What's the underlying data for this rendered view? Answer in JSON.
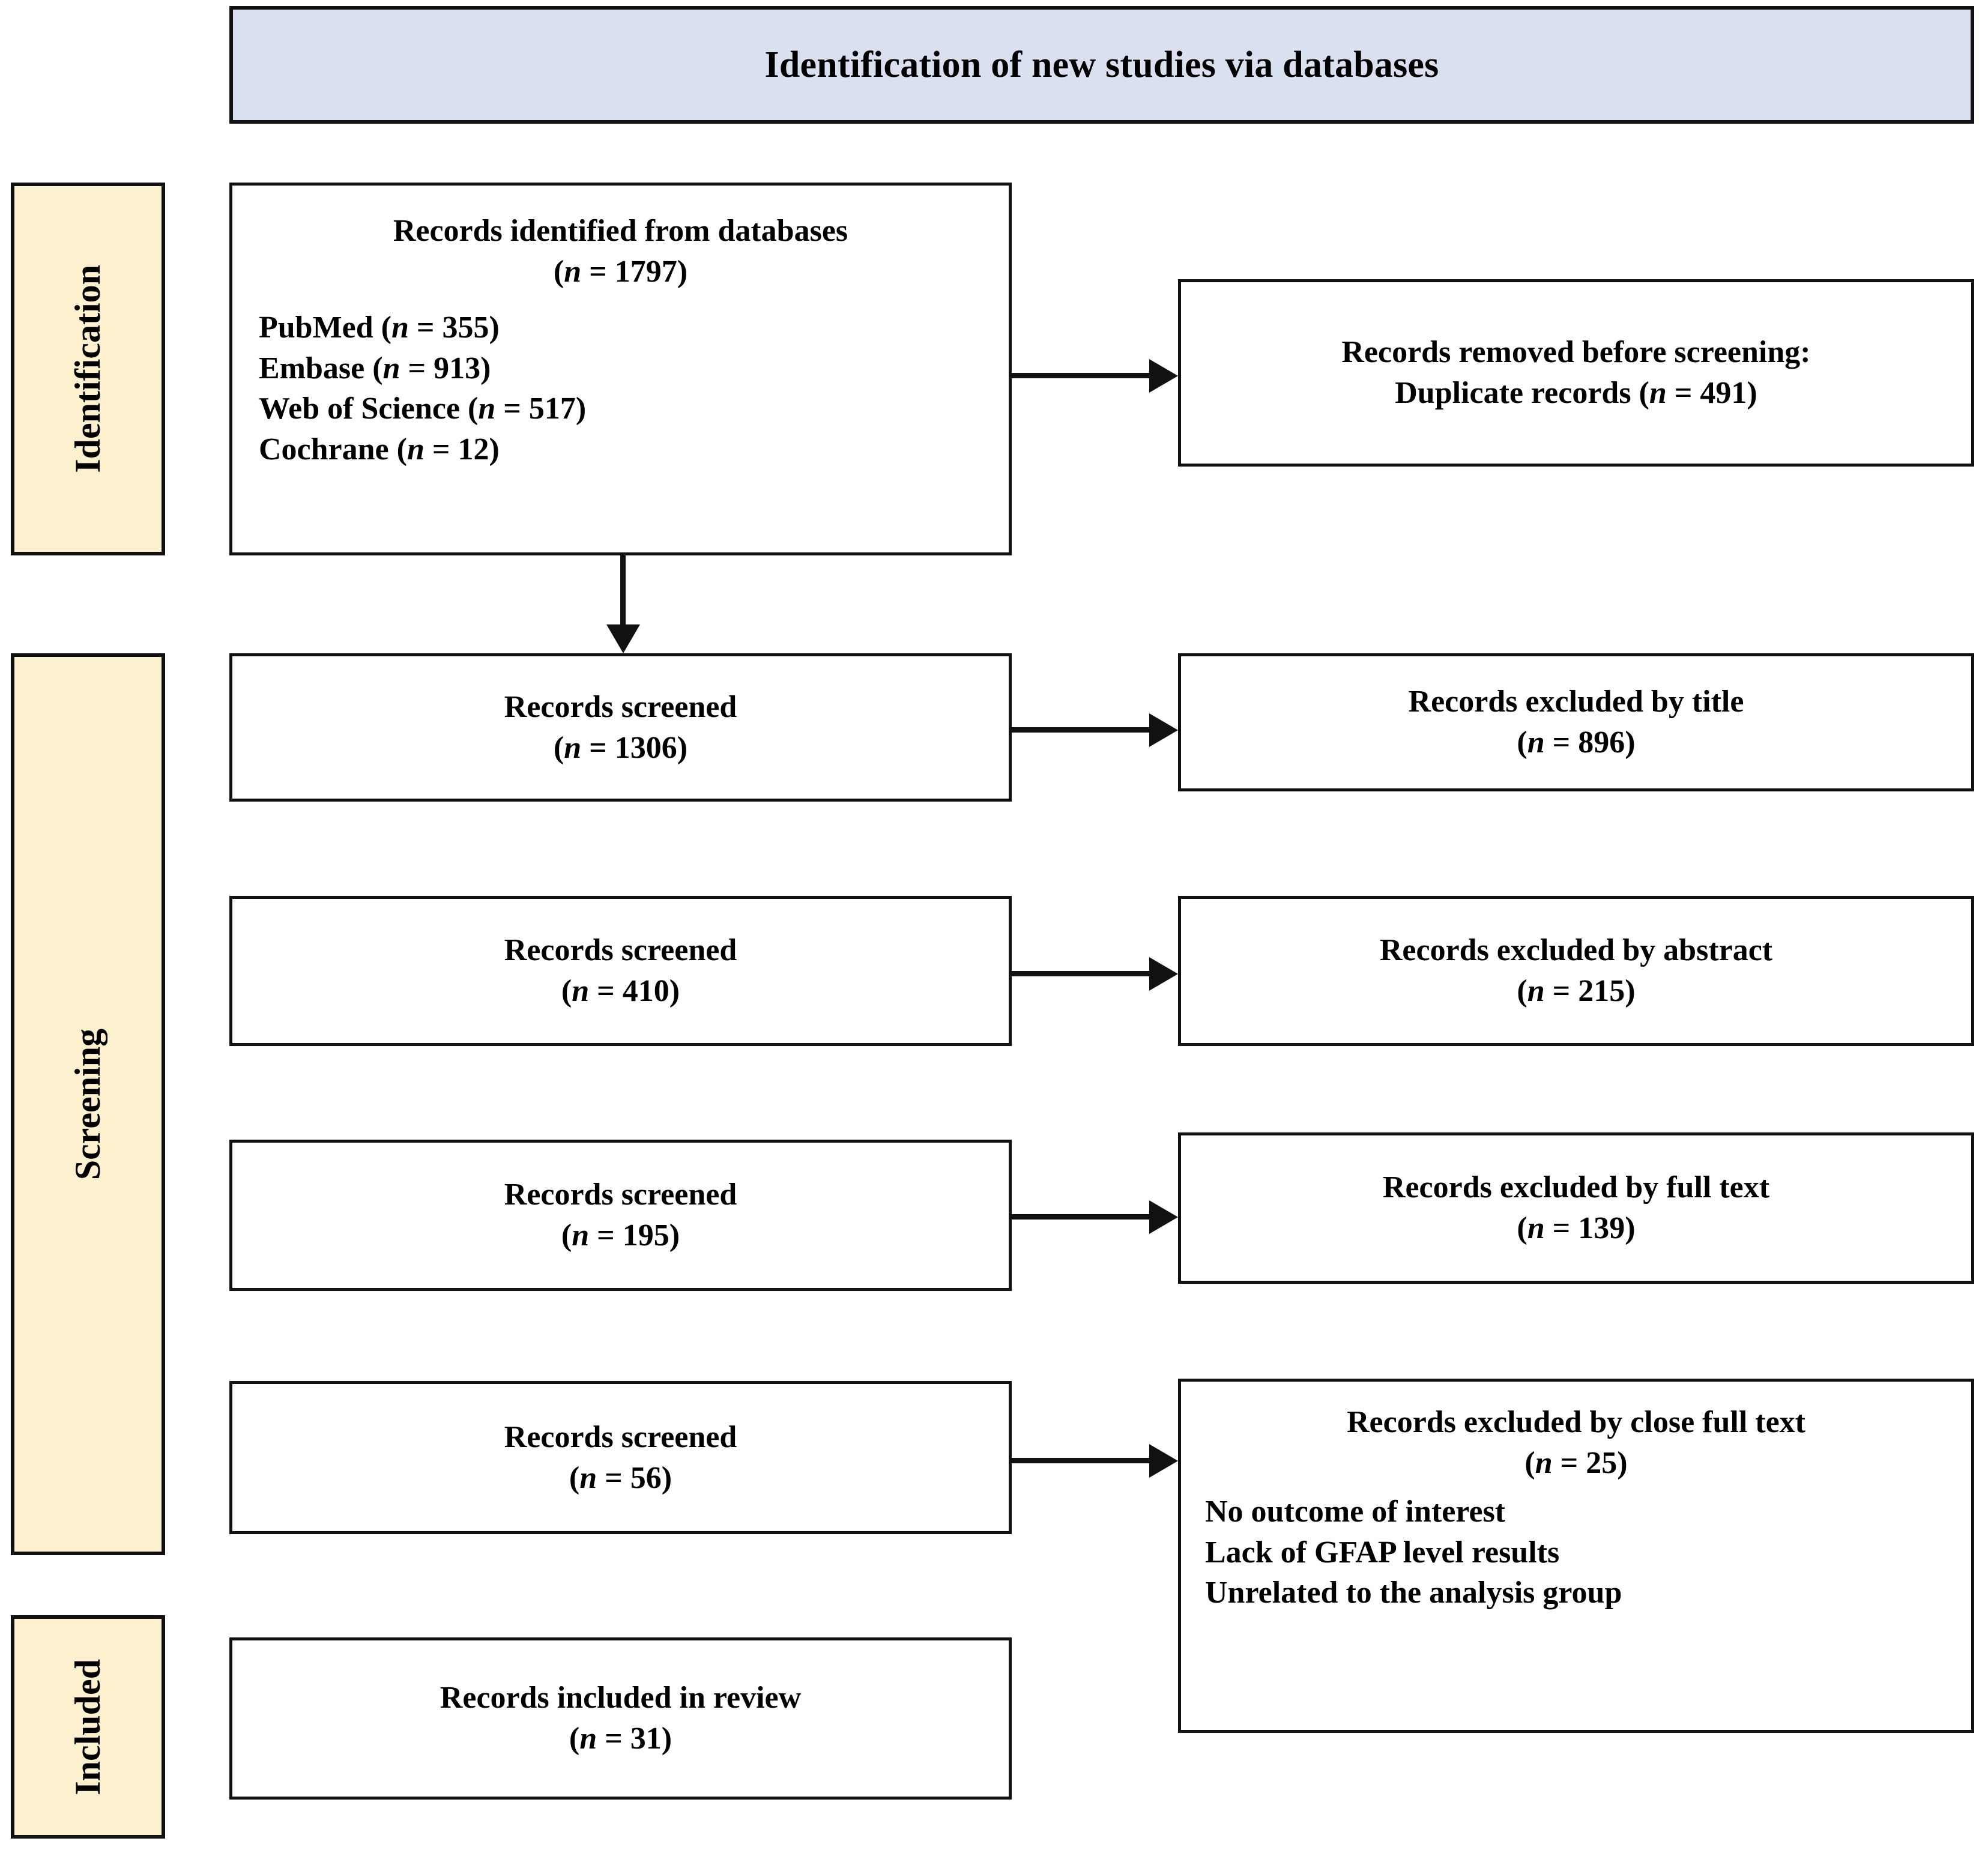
{
  "header": {
    "title": "Identification of new studies via databases",
    "fill": "#D9E0F0"
  },
  "stages": {
    "identification": "Identification",
    "screening": "Screening",
    "included": "Included",
    "fill": "#FDF0CE"
  },
  "boxes": {
    "identified": {
      "title": "Records identified from databases",
      "count": "(n = 1797)",
      "sources": [
        "PubMed  (n = 355)",
        "Embase  (n = 913)",
        "Web of Science  (n = 517)",
        "Cochrane  (n = 12)"
      ]
    },
    "removed": {
      "line1": "Records removed before screening:",
      "line2": "Duplicate records  (n = 491)"
    },
    "screened_title": {
      "title": "Records screened",
      "count": "(n = 1306)"
    },
    "excluded_title": {
      "title": "Records excluded by title",
      "count": "(n = 896)"
    },
    "screened_abstract": {
      "title": "Records screened",
      "count": "(n = 410)"
    },
    "excluded_abstract": {
      "title": "Records excluded by abstract",
      "count": "(n = 215)"
    },
    "screened_fulltext": {
      "title": "Records screened",
      "count": "(n = 195)"
    },
    "excluded_fulltext": {
      "title": "Records excluded by full text",
      "count": "(n = 139)"
    },
    "screened_close": {
      "title": "Records screened",
      "count": "(n = 56)"
    },
    "excluded_close": {
      "title": "Records excluded by close full text",
      "count": "(n = 25)",
      "reasons": [
        "No outcome of interest",
        "Lack of GFAP level results",
        "Unrelated to the analysis group"
      ]
    },
    "included": {
      "title": "Records included in review",
      "count": "(n = 31)"
    }
  },
  "n_symbol": "n",
  "counts": {
    "identified_total": 1797,
    "pubmed": 355,
    "embase": 913,
    "web_of_science": 517,
    "cochrane": 12,
    "duplicates_removed": 491,
    "screened_title": 1306,
    "excluded_title": 896,
    "screened_abstract": 410,
    "excluded_abstract": 215,
    "screened_fulltext": 195,
    "excluded_fulltext": 139,
    "screened_close": 56,
    "excluded_close": 25,
    "included": 31
  }
}
